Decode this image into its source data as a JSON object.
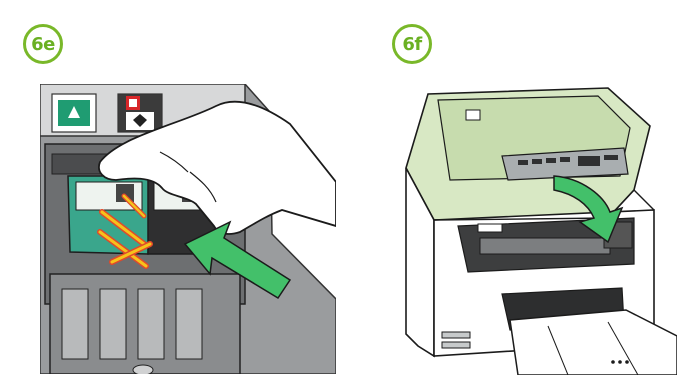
{
  "steps": [
    {
      "id": "6e",
      "label": "6e"
    },
    {
      "id": "6f",
      "label": "6f"
    }
  ],
  "colors": {
    "accent_green": "#79b829",
    "printer_green": "#d8e8c4",
    "cartridge_teal": "#3aa68c",
    "arrow_green": "#43c06a",
    "highlight_yellow": "#f6c21b",
    "highlight_red": "#e0492b",
    "body_gray": "#8a8c8e",
    "dark_gray": "#3b3b3b"
  },
  "illustrations": [
    {
      "name": "insert-cartridges",
      "icon": "hand-pushing-cartridge"
    },
    {
      "name": "close-printer-lid",
      "icon": "printer-lid-close-arrow"
    }
  ]
}
